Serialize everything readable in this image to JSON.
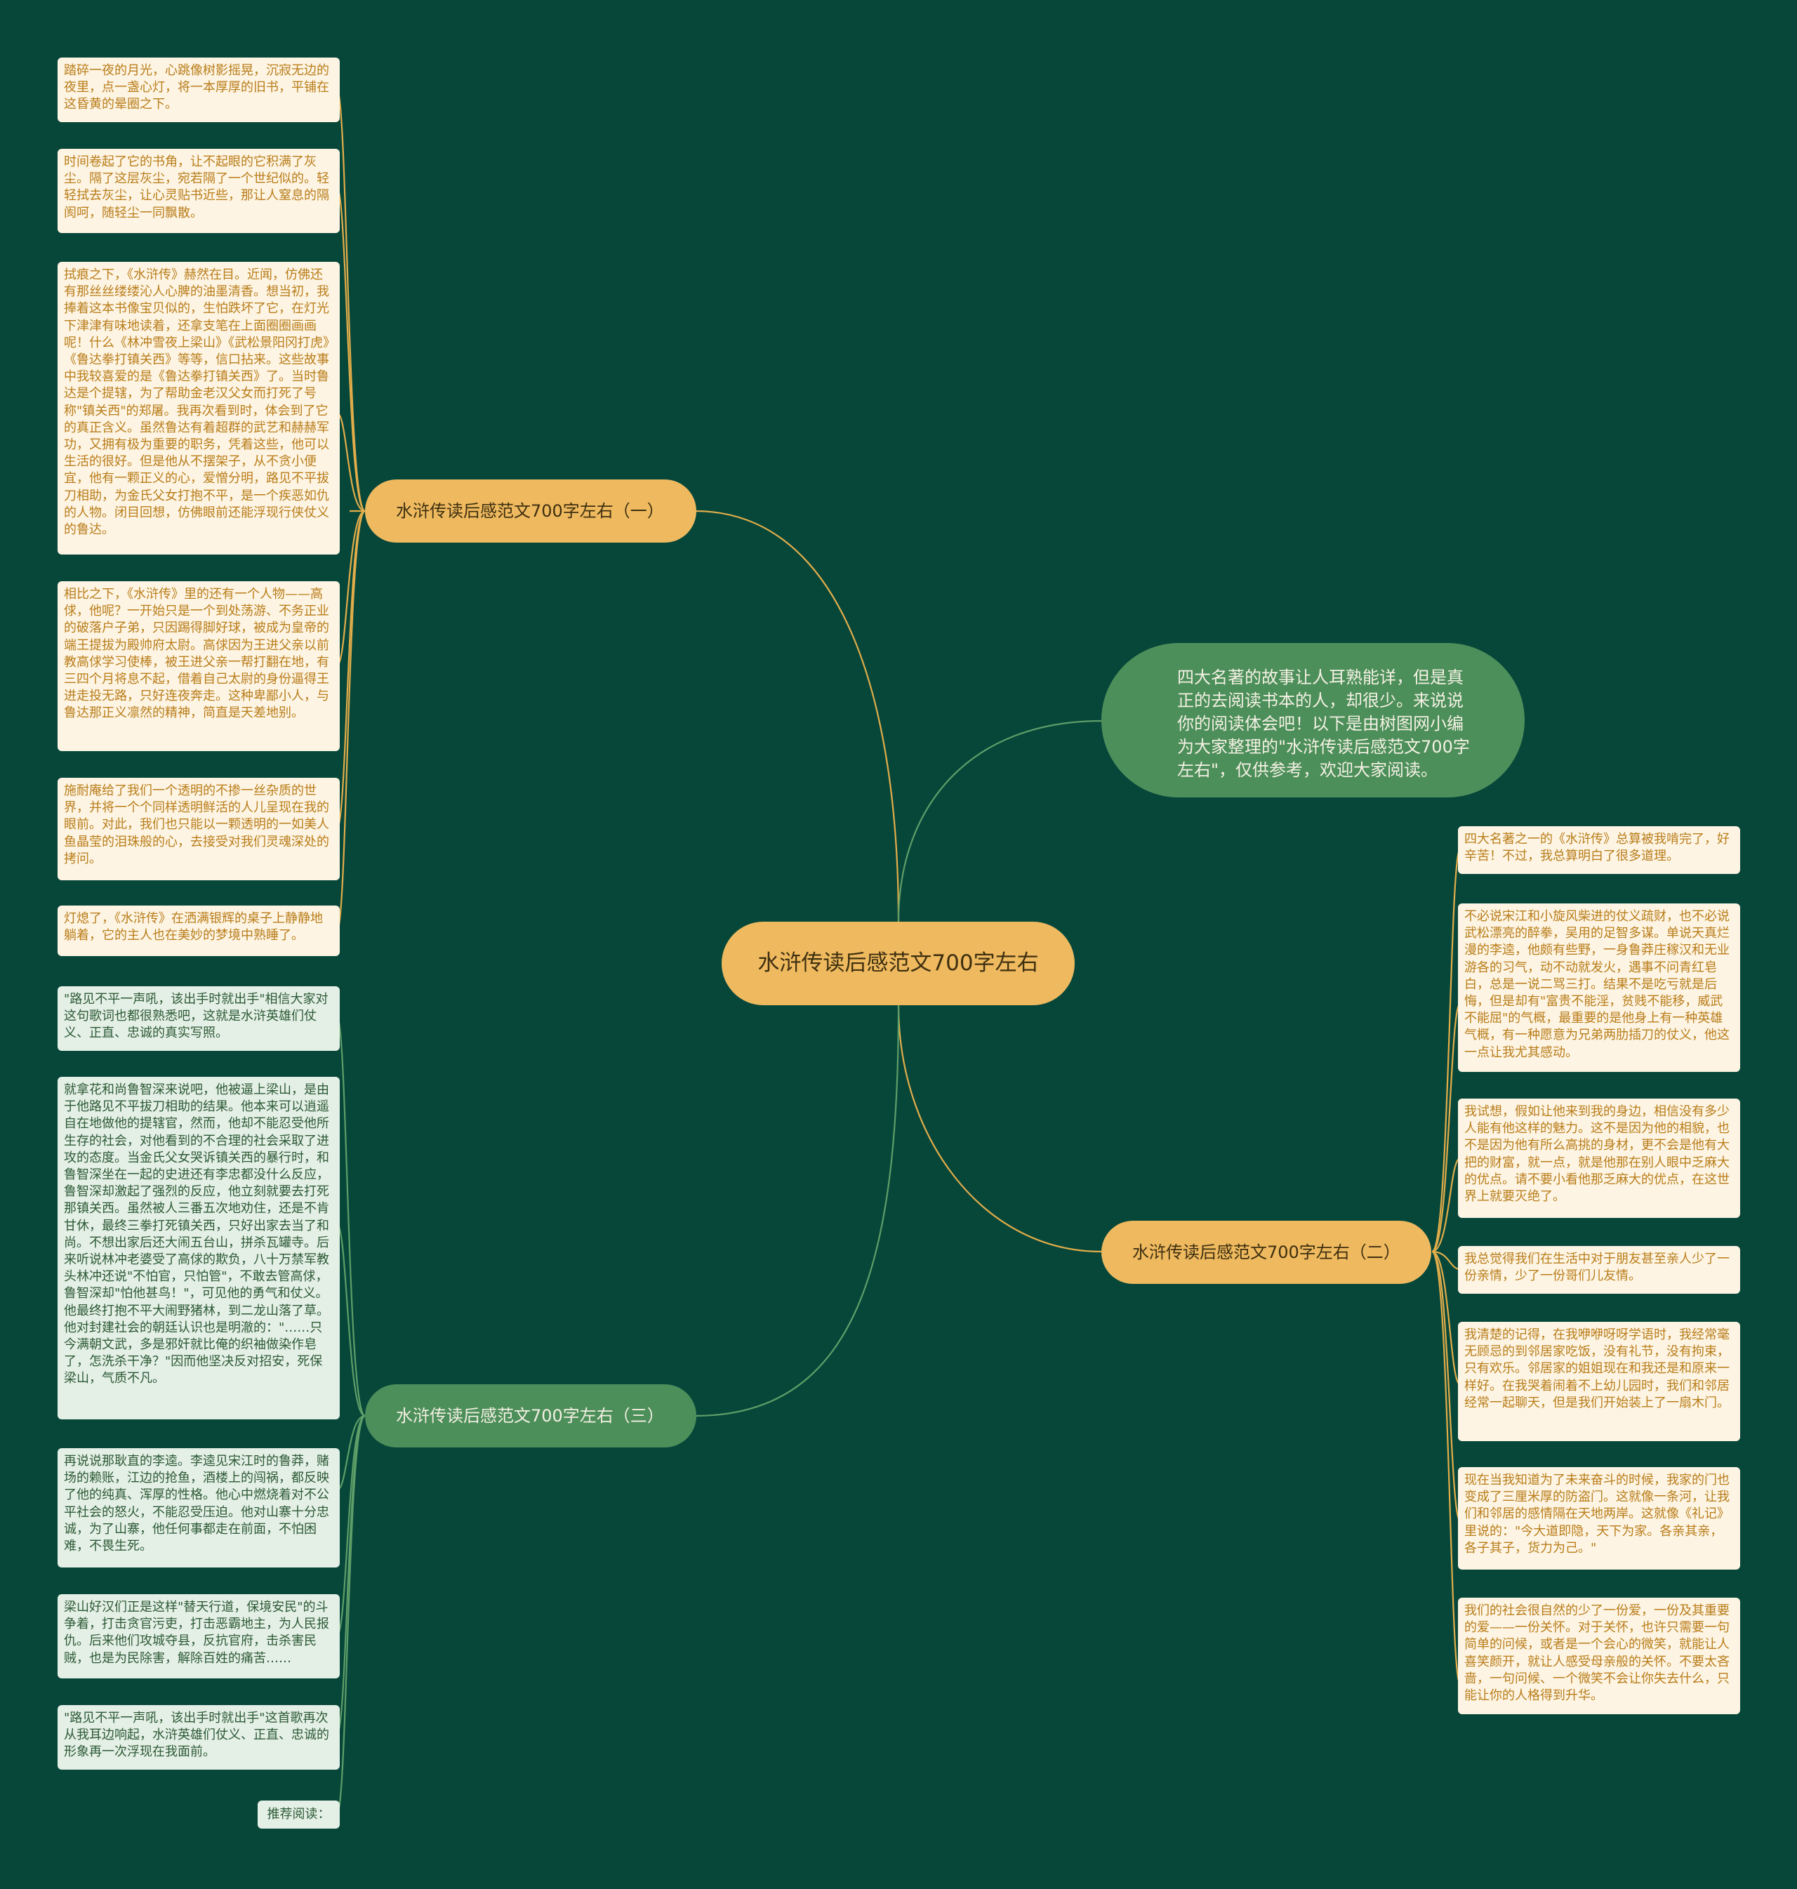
{
  "root": {
    "label": "水浒传读后感范文700字左右"
  },
  "intro": {
    "text": "四大名著的故事让人耳熟能详，但是真正的去阅读书本的人，却很少。来说说你的阅读体会吧！以下是由树图网小编为大家整理的\"水浒传读后感范文700字左右\"，仅供参考，欢迎大家阅读。"
  },
  "branches": [
    {
      "label": "水浒传读后感范文700字左右（一）"
    },
    {
      "label": "水浒传读后感范文700字左右（二）"
    },
    {
      "label": "水浒传读后感范文700字左右（三）"
    }
  ],
  "leaves_one": [
    "踏碎一夜的月光，心跳像树影摇晃，沉寂无边的夜里，点一盏心灯，将一本厚厚的旧书，平铺在这昏黄的晕圈之下。",
    "时间卷起了它的书角，让不起眼的它积满了灰尘。隔了这层灰尘，宛若隔了一个世纪似的。轻轻拭去灰尘，让心灵贴书近些，那让人窒息的隔阂呵，随轻尘一同飘散。",
    "拭痕之下，《水浒传》赫然在目。近闻，仿佛还有那丝丝缕缕沁人心脾的油墨清香。想当初，我捧着这本书像宝贝似的，生怕跌坏了它，在灯光下津津有味地读着，还拿支笔在上面圈圈画画呢！什么《林冲雪夜上梁山》《武松景阳冈打虎》《鲁达拳打镇关西》等等，信口拈来。这些故事中我较喜爱的是《鲁达拳打镇关西》了。当时鲁达是个提辖，为了帮助金老汉父女而打死了号称\"镇关西\"的郑屠。我再次看到时，体会到了它的真正含义。虽然鲁达有着超群的武艺和赫赫军功，又拥有极为重要的职务，凭着这些，他可以生活的很好。但是他从不摆架子，从不贪小便宜，他有一颗正义的心，爱憎分明，路见不平拔刀相助，为金氏父女打抱不平，是一个疾恶如仇的人物。闭目回想，仿佛眼前还能浮现行侠仗义的鲁达。",
    "相比之下，《水浒传》里的还有一个人物——高俅，他呢？一开始只是一个到处荡游、不务正业的破落户子弟，只因踢得脚好球，被成为皇帝的端王提拔为殿帅府太尉。高俅因为王进父亲以前教高俅学习使棒，被王进父亲一帮打翻在地，有三四个月将息不起，借着自己太尉的身份逼得王进走投无路，只好连夜奔走。这种卑鄙小人，与鲁达那正义凛然的精神，简直是天差地别。",
    "施耐庵给了我们一个透明的不掺一丝杂质的世界，并将一个个同样透明鲜活的人儿呈现在我的眼前。对此，我们也只能以一颗透明的一如美人鱼晶莹的泪珠般的心，去接受对我们灵魂深处的拷问。",
    "灯熄了，《水浒传》在洒满银辉的桌子上静静地躺着，它的主人也在美妙的梦境中熟睡了。"
  ],
  "leaves_two": [
    "四大名著之一的《水浒传》总算被我啃完了，好辛苦！不过，我总算明白了很多道理。",
    "不必说宋江和小旋风柴进的仗义疏财，也不必说武松漂亮的醉拳，吴用的足智多谋。单说天真烂漫的李逵，他颇有些野，一身鲁莽庄稼汉和无业游各的习气，动不动就发火，遇事不问青红皂白，总是一说二骂三打。结果不是吃亏就是后悔，但是却有\"富贵不能淫，贫贱不能移，威武不能屈\"的气概，最重要的是他身上有一种英雄气概，有一种愿意为兄弟两肋插刀的仗义，他这一点让我尤其感动。",
    "我试想，假如让他来到我的身边，相信没有多少人能有他这样的魅力。这不是因为他的相貌，也不是因为他有所么高挑的身材，更不会是他有大把的财富，就一点，就是他那在别人眼中乏麻大的优点。请不要小看他那乏麻大的优点，在这世界上就要灭绝了。",
    "我总觉得我们在生活中对于朋友甚至亲人少了一份亲情，少了一份哥们儿友情。",
    "我清楚的记得，在我咿咿呀呀学语时，我经常毫无顾忌的到邻居家吃饭，没有礼节，没有拘束，只有欢乐。邻居家的姐姐现在和我还是和原来一样好。在我哭着闹着不上幼儿园时，我们和邻居经常一起聊天，但是我们开始装上了一扇木门。",
    "现在当我知道为了未来奋斗的时候，我家的门也变成了三厘米厚的防盗门。这就像一条河，让我们和邻居的感情隔在天地两岸。这就像《礼记》里说的：\"今大道即隐，天下为家。各亲其亲，各子其子，货力为己。\"",
    "我们的社会很自然的少了一份爱，一份及其重要的爱——一份关怀。对于关怀，也许只需要一句简单的问候，或者是一个会心的微笑，就能让人喜笑颜开，就让人感受母亲般的关怀。不要太吝啬，一句问候、一个微笑不会让你失去什么，只能让你的人格得到升华。"
  ],
  "leaves_three": [
    "\"路见不平一声吼，该出手时就出手\"相信大家对这句歌词也都很熟悉吧，这就是水浒英雄们仗义、正直、忠诚的真实写照。",
    "就拿花和尚鲁智深来说吧，他被逼上梁山，是由于他路见不平拔刀相助的结果。他本来可以逍遥自在地做他的提辖官，然而，他却不能忍受他所生存的社会，对他看到的不合理的社会采取了进攻的态度。当金氏父女哭诉镇关西的暴行时，和鲁智深坐在一起的史进还有李忠都没什么反应，鲁智深却激起了强烈的反应，他立刻就要去打死那镇关西。虽然被人三番五次地劝住，还是不肯甘休，最终三拳打死镇关西，只好出家去当了和尚。不想出家后还大闹五台山，拼杀瓦罐寺。后来听说林冲老婆受了高俅的欺负，八十万禁军教头林冲还说\"不怕官，只怕管\"，不敢去管高俅，鲁智深却\"怕他甚鸟！\"，可见他的勇气和仗义。他最终打抱不平大闹野猪林，到二龙山落了草。他对封建社会的朝廷认识也是明澈的：\"……只今满朝文武，多是邪奸就比俺的织袖做染作皂了，怎洗杀干净？\"因而他坚决反对招安，死保梁山，气质不凡。",
    "再说说那耿直的李逵。李逵见宋江时的鲁莽，赌场的赖账，江边的抢鱼，酒楼上的闯祸，都反映了他的纯真、浑厚的性格。他心中燃烧着对不公平社会的怒火，不能忍受压迫。他对山寨十分忠诚，为了山寨，他任何事都走在前面，不怕困难，不畏生死。",
    "梁山好汉们正是这样\"替天行道，保境安民\"的斗争着，打击贪官污吏，打击恶霸地主，为人民报仇。后来他们攻城夺县，反抗官府，击杀害民贼，也是为民除害，解除百姓的痛苦……",
    "\"路见不平一声吼，该出手时就出手\"这首歌再次从我耳边响起，水浒英雄们仗义、正直、忠诚的形象再一次浮现在我面前。",
    "推荐阅读："
  ],
  "colors": {
    "background": "#07473a",
    "gold": "#eeb95f",
    "green": "#4d8f5a",
    "gold_line": "#e2ad4a",
    "green_line": "#5e9e68"
  }
}
